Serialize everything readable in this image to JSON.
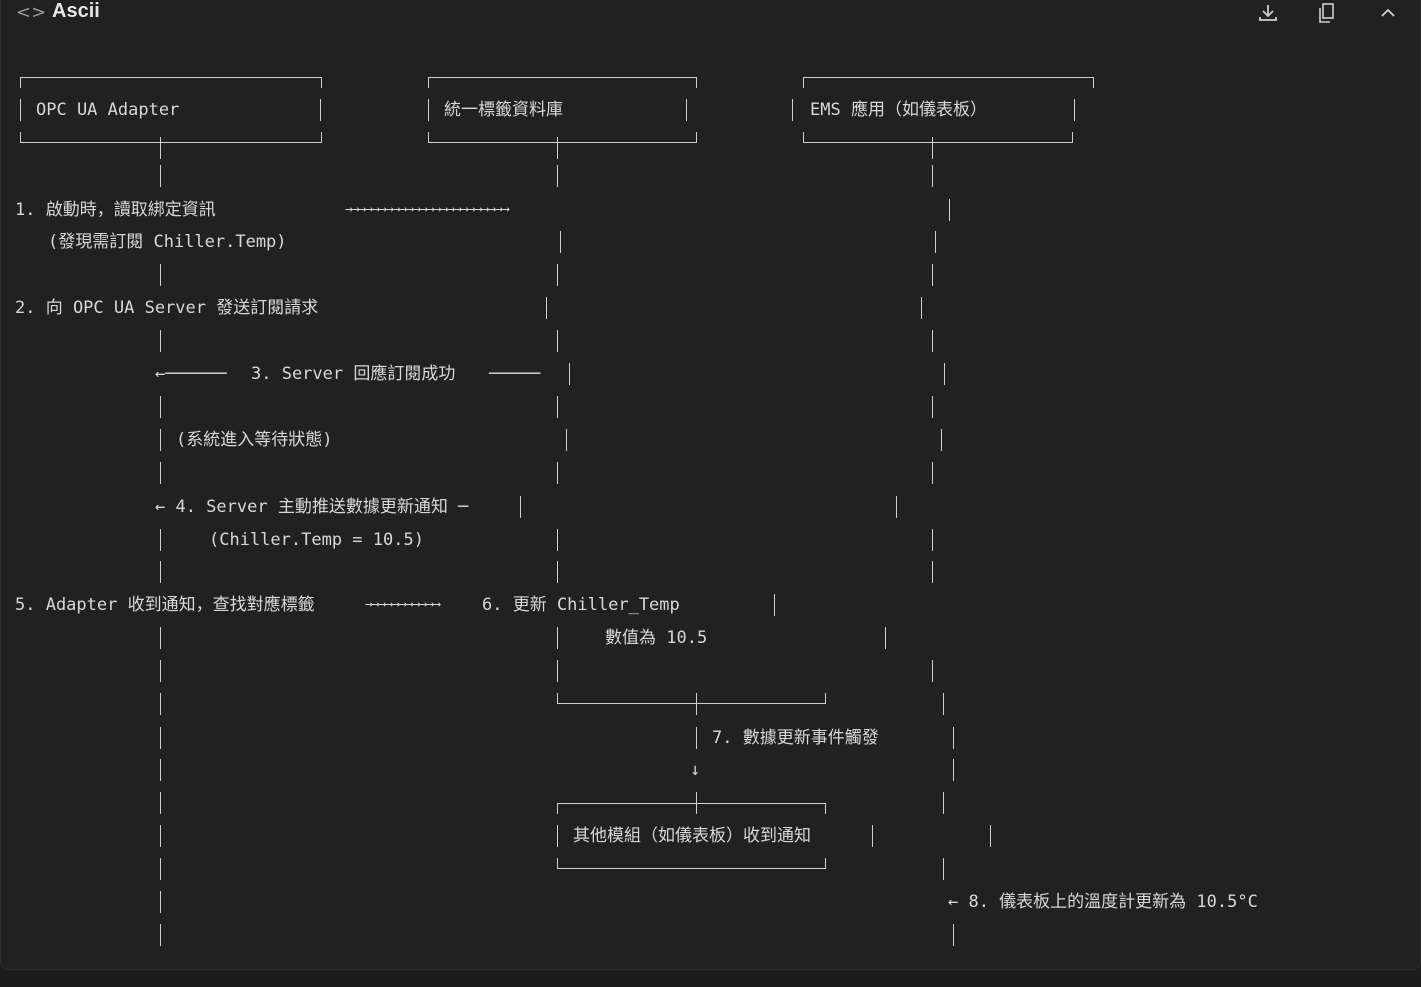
{
  "header": {
    "title": "Ascii",
    "icons": [
      "code-icon",
      "download-icon",
      "copy-icon",
      "collapse-icon"
    ]
  },
  "diagram": {
    "box_adapter": "OPC UA Adapter",
    "box_tagdb": "統一標籤資料庫",
    "box_ems": "EMS 應用（如儀表板）",
    "step1": "1. 啟動時，讀取綁定資訊",
    "step1_arrow": "→→→→→→→→→→→→→→→→→→→→→→→→",
    "step1_note": "(發現需訂閱 Chiller.Temp)",
    "step2": "2. 向 OPC UA Server 發送訂閱請求",
    "step3_left": "←──────",
    "step3": "3. Server 回應訂閱成功",
    "step3_right": "─────",
    "wait": "(系統進入等待狀態)",
    "step4": "← 4. Server 主動推送數據更新通知 ─",
    "step4_note": "(Chiller.Temp = 10.5)",
    "step5": "5. Adapter 收到通知，查找對應標籤",
    "step5_arrow": "→→→→→→→→→→→",
    "step6": "6. 更新 Chiller_Temp",
    "step6_note": "數值為 10.5",
    "step7": "7. 數據更新事件觸發",
    "down_arrow": "↓",
    "box_modules": "其他模組（如儀表板）收到通知",
    "step8": "← 8. 儀表板上的溫度計更新為 10.5°C"
  }
}
